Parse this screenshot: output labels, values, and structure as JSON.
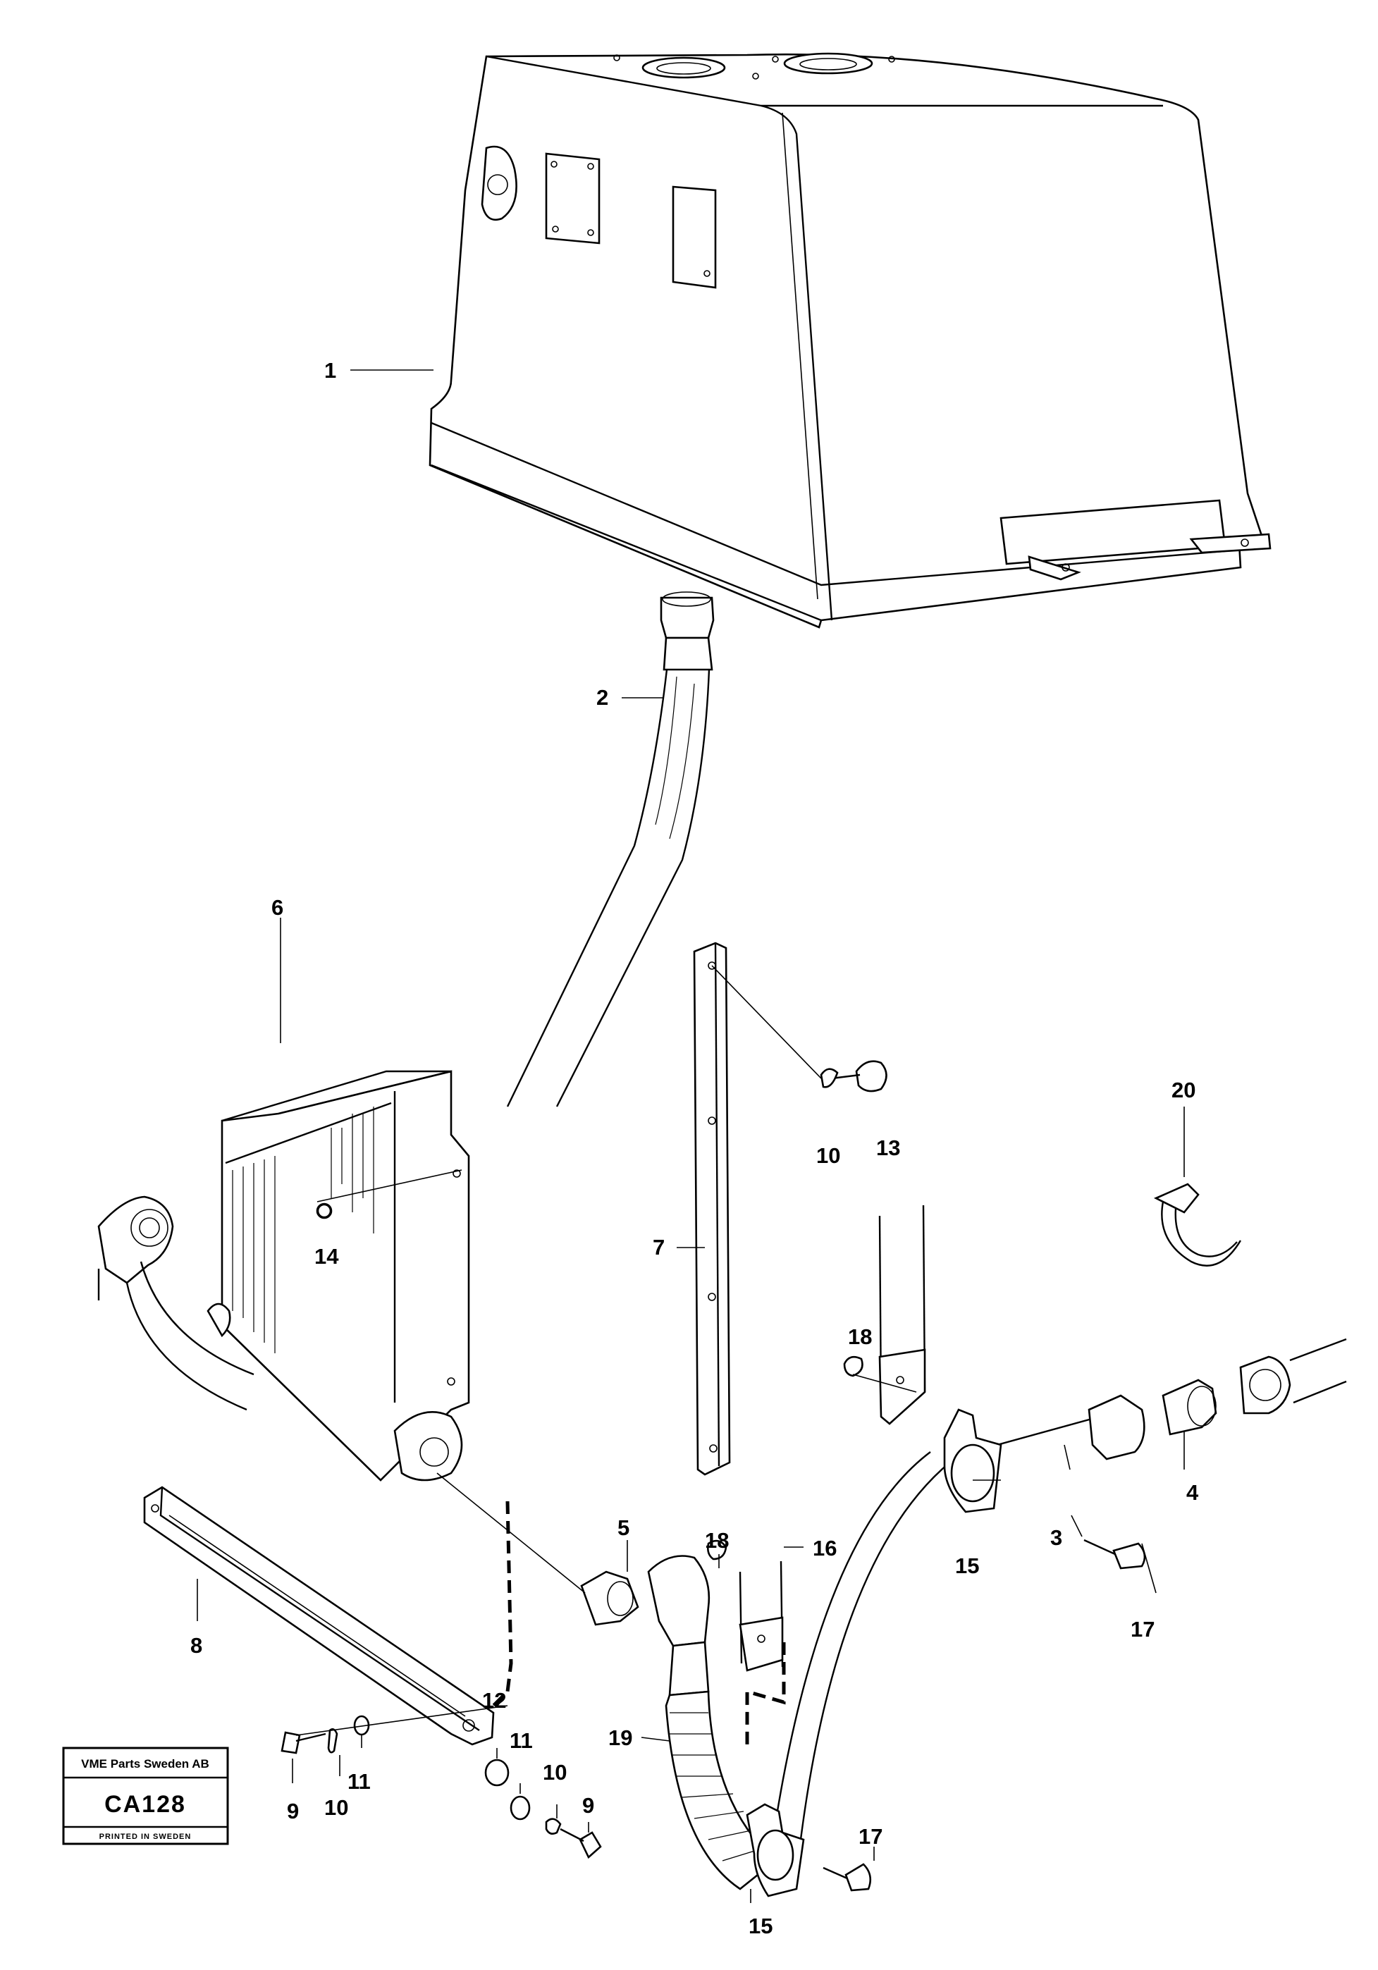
{
  "callouts": [
    {
      "id": "c1",
      "text": "1"
    },
    {
      "id": "c2",
      "text": "2"
    },
    {
      "id": "c3",
      "text": "3"
    },
    {
      "id": "c4",
      "text": "4"
    },
    {
      "id": "c5",
      "text": "5"
    },
    {
      "id": "c6",
      "text": "6"
    },
    {
      "id": "c7",
      "text": "7"
    },
    {
      "id": "c8",
      "text": "8"
    },
    {
      "id": "c9a",
      "text": "9"
    },
    {
      "id": "c9b",
      "text": "9"
    },
    {
      "id": "c10a",
      "text": "10"
    },
    {
      "id": "c10b",
      "text": "10"
    },
    {
      "id": "c10c",
      "text": "10"
    },
    {
      "id": "c11a",
      "text": "11"
    },
    {
      "id": "c11b",
      "text": "11"
    },
    {
      "id": "c12",
      "text": "12"
    },
    {
      "id": "c13",
      "text": "13"
    },
    {
      "id": "c14",
      "text": "14"
    },
    {
      "id": "c15a",
      "text": "15"
    },
    {
      "id": "c15b",
      "text": "15"
    },
    {
      "id": "c16",
      "text": "16"
    },
    {
      "id": "c17a",
      "text": "17"
    },
    {
      "id": "c17b",
      "text": "17"
    },
    {
      "id": "c18a",
      "text": "18"
    },
    {
      "id": "c18b",
      "text": "18"
    },
    {
      "id": "c19",
      "text": "19"
    },
    {
      "id": "c20",
      "text": "20"
    }
  ],
  "stamp": {
    "company": "VME Parts Sweden AB",
    "code": "CA128",
    "footer": "PRINTED IN SWEDEN"
  }
}
